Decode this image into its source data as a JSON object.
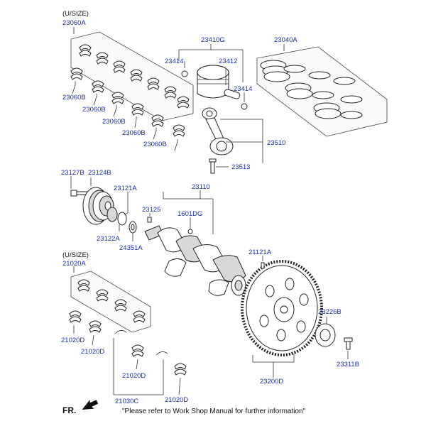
{
  "labels": {
    "usize_top": "(U/SIZE)",
    "p23060A": "23060A",
    "p23060B_1": "23060B",
    "p23060B_2": "23060B",
    "p23060B_3": "23060B",
    "p23060B_4": "23060B",
    "p23060B_5": "23060B",
    "p23410G": "23410G",
    "p23414_a": "23414",
    "p23412": "23412",
    "p23414_b": "23414",
    "p23040A": "23040A",
    "p23510": "23510",
    "p23513": "23513",
    "p23127B": "23127B",
    "p23124B": "23124B",
    "p23121A": "23121A",
    "p23110": "23110",
    "p23125": "23125",
    "p1601DG": "1601DG",
    "p23122A": "23122A",
    "p24351A": "24351A",
    "usize_bottom": "(U/SIZE)",
    "p21020A": "21020A",
    "p21121A": "21121A",
    "p21020D_1": "21020D",
    "p21020D_2": "21020D",
    "p21020D_3": "21020D",
    "p21020D_4": "21020D",
    "p21030C": "21030C",
    "p23226B": "23226B",
    "p23311B": "23311B",
    "p23200D": "23200D"
  },
  "footer": {
    "fr": "FR.",
    "note": "\"Please refer to Work Shop Manual for further information\""
  },
  "colors": {
    "label": "#1a2fb0",
    "line": "#333333"
  },
  "icons": {
    "front_arrow": "front-arrow-icon"
  }
}
